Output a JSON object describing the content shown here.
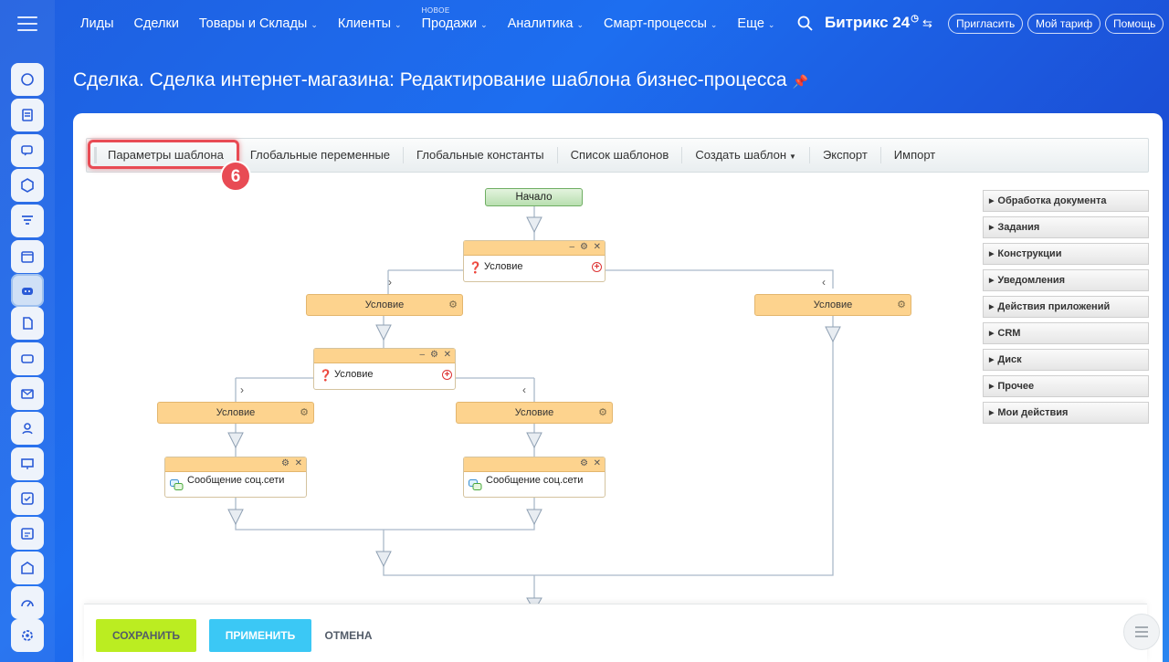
{
  "nav": {
    "items": [
      {
        "label": "Лиды",
        "chevron": false,
        "badge": ""
      },
      {
        "label": "Сделки",
        "chevron": false,
        "badge": ""
      },
      {
        "label": "Товары и Склады",
        "chevron": true,
        "badge": ""
      },
      {
        "label": "Клиенты",
        "chevron": true,
        "badge": ""
      },
      {
        "label": "Продажи",
        "chevron": true,
        "badge": "НОВОЕ"
      },
      {
        "label": "Аналитика",
        "chevron": true,
        "badge": ""
      },
      {
        "label": "Смарт-процессы",
        "chevron": true,
        "badge": ""
      },
      {
        "label": "Еще",
        "chevron": true,
        "badge": ""
      }
    ],
    "brand": "Битрикс 24",
    "invite": "Пригласить",
    "tariff": "Мой тариф",
    "help": "Помощь"
  },
  "page": {
    "title": "Сделка. Сделка интернет-магазина: Редактирование шаблона бизнес-процесса"
  },
  "toolbar": {
    "items": [
      "Параметры шаблона",
      "Глобальные переменные",
      "Глобальные константы",
      "Список шаблонов",
      "Создать шаблон",
      "Экспорт",
      "Импорт"
    ],
    "step_number": "6"
  },
  "designer": {
    "start": "Начало",
    "condition_block": "Условие",
    "branch_condition": "Условие",
    "message_block": "Сообщение соц.сети"
  },
  "palette": {
    "items": [
      "Обработка документа",
      "Задания",
      "Конструкции",
      "Уведомления",
      "Действия приложений",
      "CRM",
      "Диск",
      "Прочее",
      "Мои действия"
    ]
  },
  "footer": {
    "save": "СОХРАНИТЬ",
    "apply": "ПРИМЕНИТЬ",
    "cancel": "ОТМЕНА"
  },
  "colors": {
    "accent_red": "#e84b54",
    "save_green": "#bbed21",
    "apply_blue": "#3bc8f5",
    "condition_orange": "#fdd38e",
    "start_green": "#b9dfb0"
  }
}
